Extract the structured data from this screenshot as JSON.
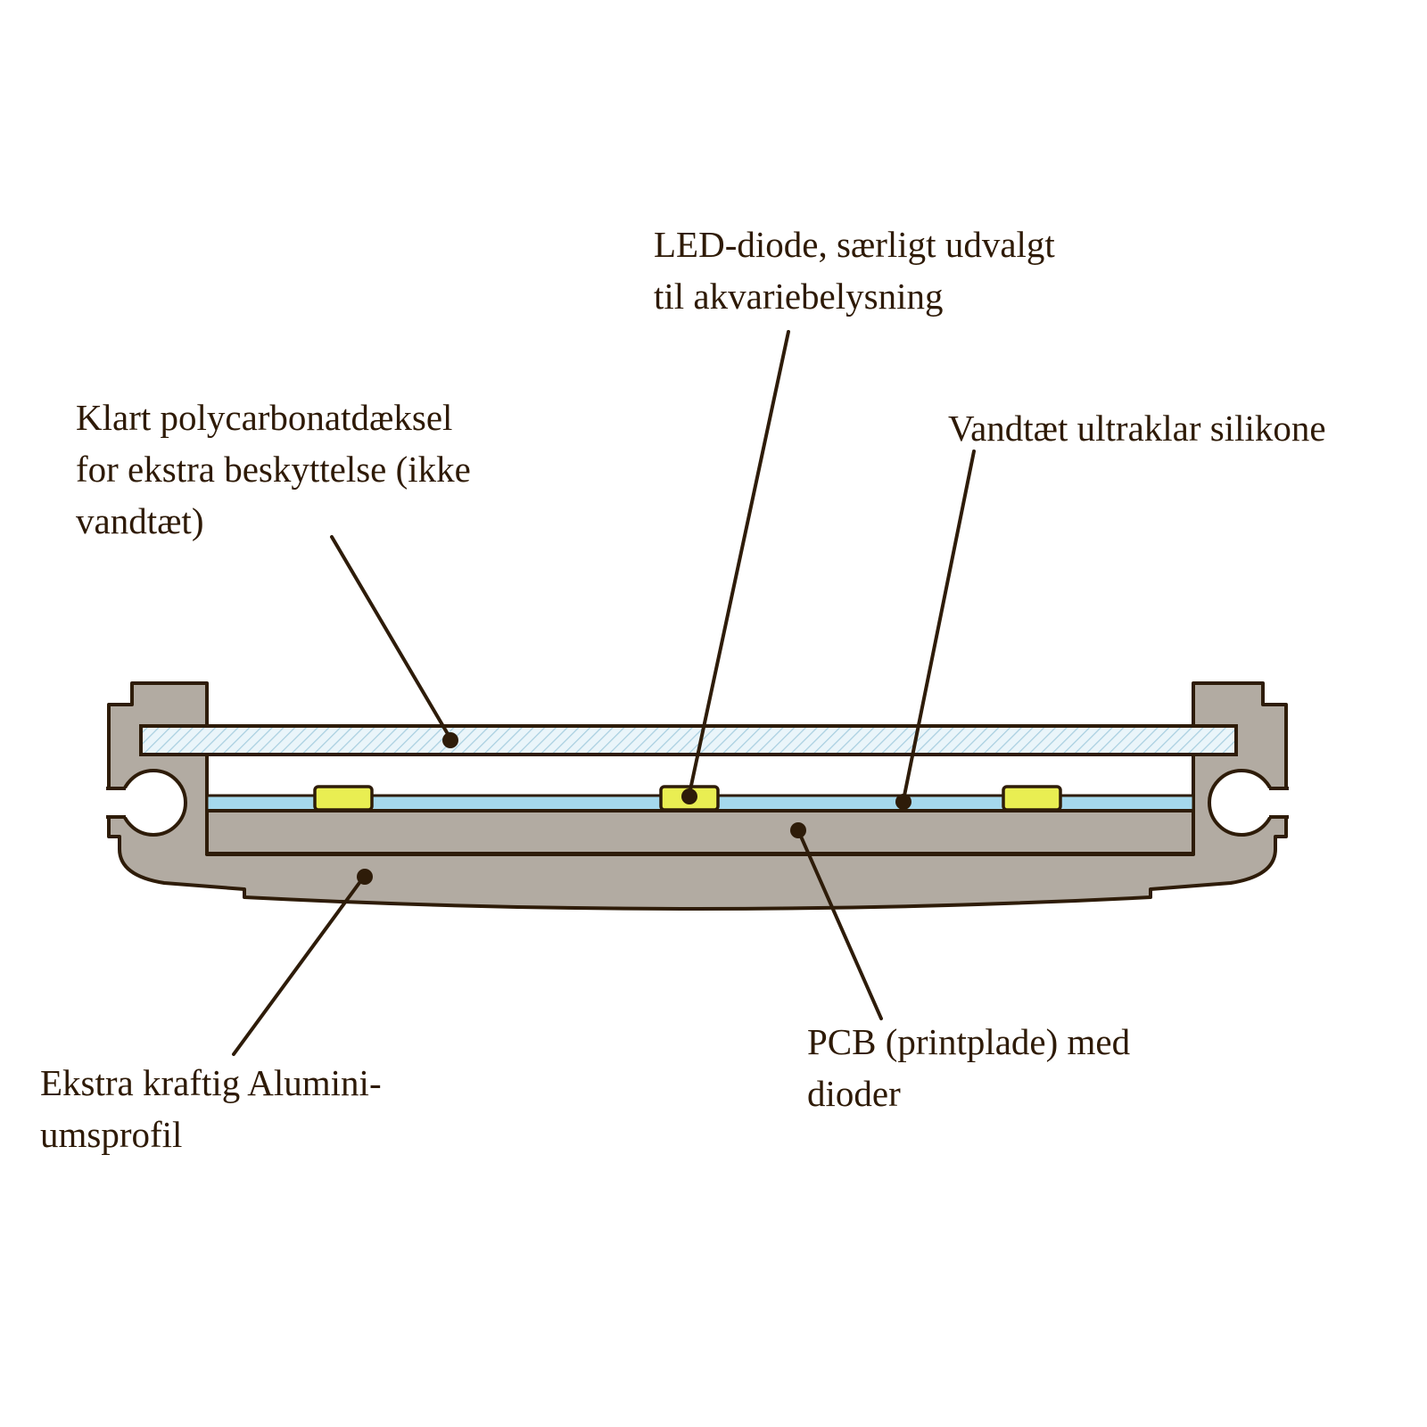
{
  "diagram": {
    "type": "cross-section",
    "subject": "LED aquarium light bar profile"
  },
  "labels": {
    "led": {
      "lines": [
        "LED-diode, særligt udvalgt",
        "til akvariebelysning"
      ]
    },
    "cover": {
      "lines": [
        "Klart polycarbonatdæksel",
        "for ekstra beskyttelse (ikke",
        "vandtæt)"
      ]
    },
    "silicone": {
      "lines": [
        "Vandtæt ultraklar silikone"
      ]
    },
    "aluminum": {
      "lines": [
        "Ekstra kraftig Alumini-",
        "umsprofil"
      ]
    },
    "pcb": {
      "lines": [
        "PCB (printplade) med",
        "dioder"
      ]
    }
  },
  "colors": {
    "outline": "#2e1c09",
    "text": "#2e1a06",
    "aluminum": "#b2aba2",
    "pcb": "#b2aba2",
    "polycarbonate": "#eaf5fa",
    "hatch": "#a9cfe0",
    "silicone": "#a5d8ec",
    "led": "#e9ee52",
    "background": "#ffffff",
    "groove": "#ffffff"
  }
}
